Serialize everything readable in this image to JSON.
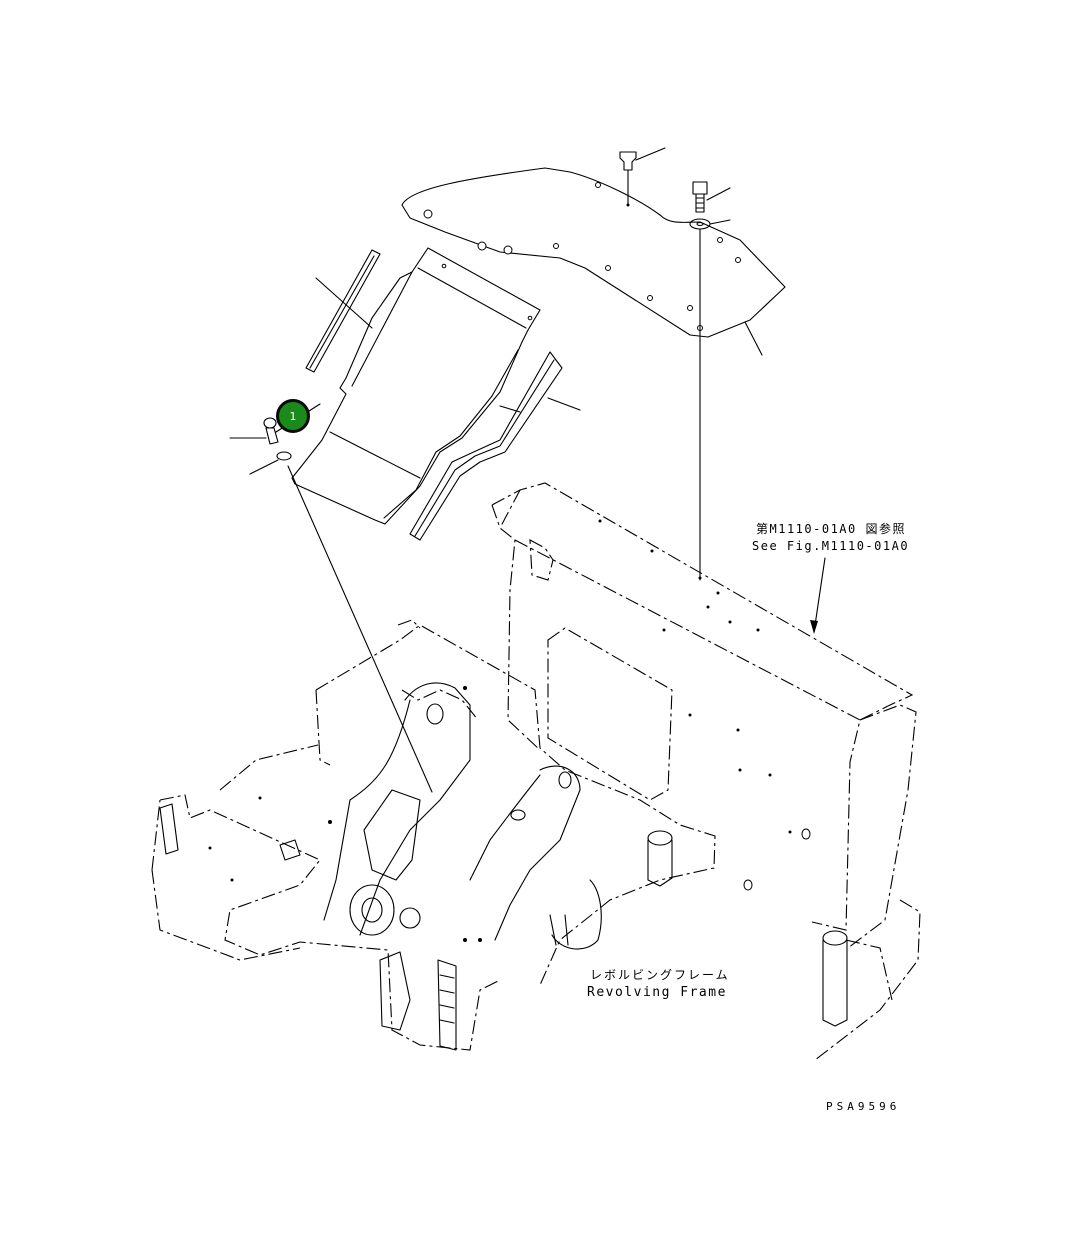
{
  "callouts": [
    {
      "number": "1",
      "color": "#1a8a1a"
    }
  ],
  "labels": {
    "reference_jp": "第M1110-01A0 図参照",
    "reference_en": "See Fig.M1110-01A0",
    "frame_jp": "レボルビングフレーム",
    "frame_en": "Revolving Frame",
    "drawing_code": "PSA9596"
  }
}
